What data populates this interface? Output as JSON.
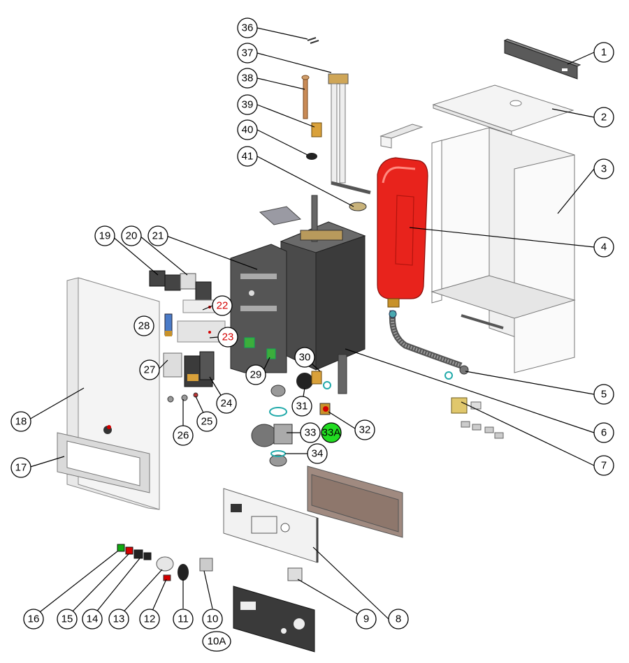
{
  "callouts": [
    {
      "id": "c36",
      "label": "36"
    },
    {
      "id": "c37",
      "label": "37"
    },
    {
      "id": "c38",
      "label": "38"
    },
    {
      "id": "c39",
      "label": "39"
    },
    {
      "id": "c40",
      "label": "40"
    },
    {
      "id": "c41",
      "label": "41"
    },
    {
      "id": "c1",
      "label": "1"
    },
    {
      "id": "c2",
      "label": "2"
    },
    {
      "id": "c3",
      "label": "3"
    },
    {
      "id": "c4",
      "label": "4"
    },
    {
      "id": "c5",
      "label": "5"
    },
    {
      "id": "c6",
      "label": "6"
    },
    {
      "id": "c7",
      "label": "7"
    },
    {
      "id": "c8",
      "label": "8"
    },
    {
      "id": "c9",
      "label": "9"
    },
    {
      "id": "c19",
      "label": "19"
    },
    {
      "id": "c20",
      "label": "20"
    },
    {
      "id": "c21",
      "label": "21"
    },
    {
      "id": "c22",
      "label": "22"
    },
    {
      "id": "c23",
      "label": "23"
    },
    {
      "id": "c28",
      "label": "28"
    },
    {
      "id": "c27",
      "label": "27"
    },
    {
      "id": "c29",
      "label": "29"
    },
    {
      "id": "c30",
      "label": "30"
    },
    {
      "id": "c31",
      "label": "31"
    },
    {
      "id": "c32",
      "label": "32"
    },
    {
      "id": "c33",
      "label": "33"
    },
    {
      "id": "c33a",
      "label": "33A"
    },
    {
      "id": "c34",
      "label": "34"
    },
    {
      "id": "c24",
      "label": "24"
    },
    {
      "id": "c25",
      "label": "25"
    },
    {
      "id": "c26",
      "label": "26"
    },
    {
      "id": "c18",
      "label": "18"
    },
    {
      "id": "c17",
      "label": "17"
    },
    {
      "id": "c16",
      "label": "16"
    },
    {
      "id": "c15",
      "label": "15"
    },
    {
      "id": "c14",
      "label": "14"
    },
    {
      "id": "c13",
      "label": "13"
    },
    {
      "id": "c12",
      "label": "12"
    },
    {
      "id": "c11",
      "label": "11"
    },
    {
      "id": "c10",
      "label": "10"
    },
    {
      "id": "c10a",
      "label": "10A"
    }
  ],
  "colors": {
    "highlight_text": "#d40000",
    "highlight_fill": "#22dd22",
    "expansion_vessel": "#e8231c",
    "outline": "#000000"
  }
}
